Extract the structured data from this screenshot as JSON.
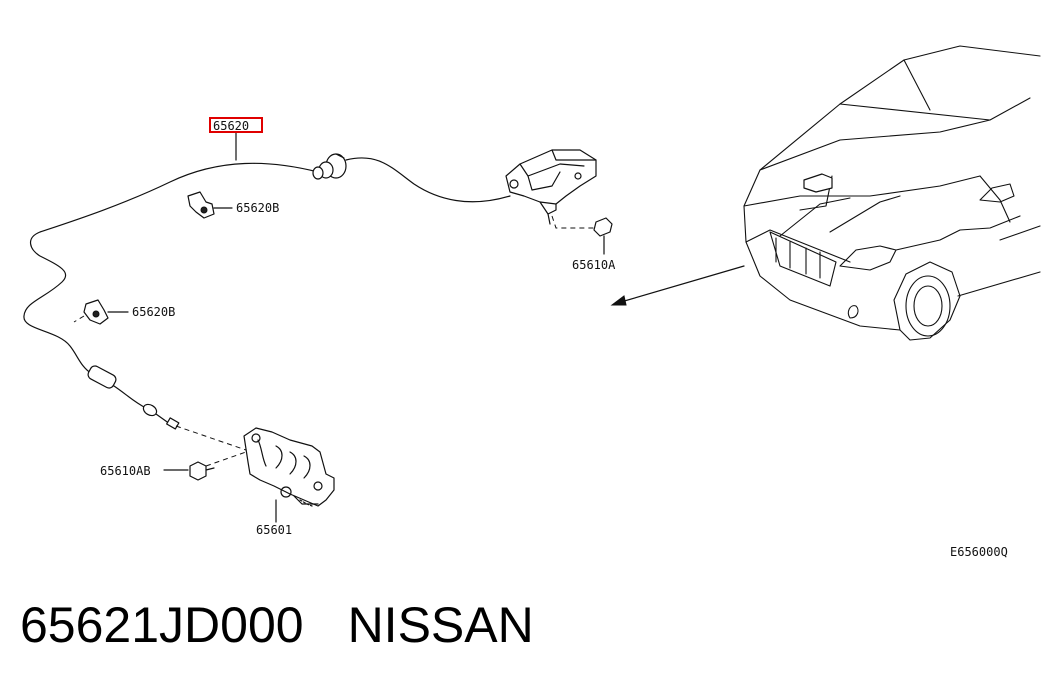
{
  "diagram": {
    "labels": {
      "cable_highlighted": "65620",
      "clip_upper": "65620B",
      "clip_lower": "65620B",
      "clip_right": "65610A",
      "bolt": "65610AB",
      "lock": "65601",
      "diagram_code": "E656000Q"
    },
    "highlight_color": "#e00000"
  },
  "caption": {
    "part_number": "65621JD000",
    "brand": "NISSAN"
  }
}
